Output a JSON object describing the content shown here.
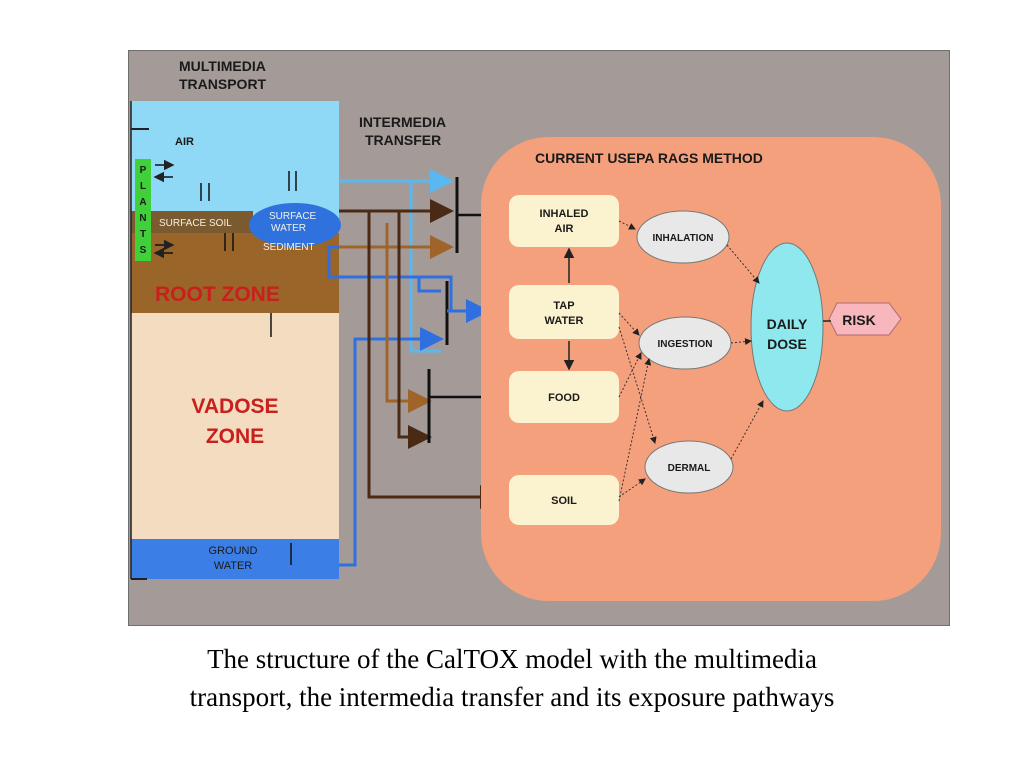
{
  "diagram": {
    "multimedia_transport": {
      "line1": "MULTIMEDIA",
      "line2": "TRANSPORT"
    },
    "compartments": {
      "air": "AIR",
      "plants_letters": [
        "P",
        "L",
        "A",
        "N",
        "T",
        "S"
      ],
      "surface_soil": "SURFACE SOIL",
      "surface_water_line1": "SURFACE",
      "surface_water_line2": "WATER",
      "sediment": "SEDIMENT",
      "root_zone": "ROOT ZONE",
      "vadose_line1": "VADOSE",
      "vadose_line2": "ZONE",
      "ground_line1": "GROUND",
      "ground_line2": "WATER"
    },
    "intermedia_transfer": {
      "line1": "INTERMEDIA",
      "line2": "TRANSFER"
    },
    "method_title": "CURRENT USEPA RAGS METHOD",
    "media": {
      "inhaled_air_line1": "INHALED",
      "inhaled_air_line2": "AIR",
      "tap_water_line1": "TAP",
      "tap_water_line2": "WATER",
      "food": "FOOD",
      "soil": "SOIL"
    },
    "routes": {
      "inhalation": "INHALATION",
      "ingestion": "INGESTION",
      "dermal": "DERMAL"
    },
    "daily_dose": {
      "line1": "DAILY",
      "line2": "DOSE"
    },
    "risk": "RISK",
    "colors": {
      "background": "#a49b98",
      "air": "#8fd8f6",
      "plants": "#3fd03a",
      "surface_soil": "#7a5a2e",
      "surface_water": "#2f72de",
      "root_zone": "#9a6528",
      "vadose_zone": "#f3dcc0",
      "ground_water": "#3a7ee6",
      "usepa_region": "#f5a07c",
      "media_box": "#fbf3cf",
      "route_ellipse": "#e8e8e8",
      "daily_dose": "#8ee8ee",
      "risk": "#f7b7bc",
      "light_blue_arrow": "#5ab8f0",
      "blue_arrow": "#2f6fe0",
      "brown_arrow": "#a0642a",
      "dark_brown_arrow": "#4a2a14"
    }
  },
  "caption": {
    "line1": "The structure of the CalTOX model with the multimedia",
    "line2": "transport, the intermedia transfer and its exposure pathways"
  }
}
